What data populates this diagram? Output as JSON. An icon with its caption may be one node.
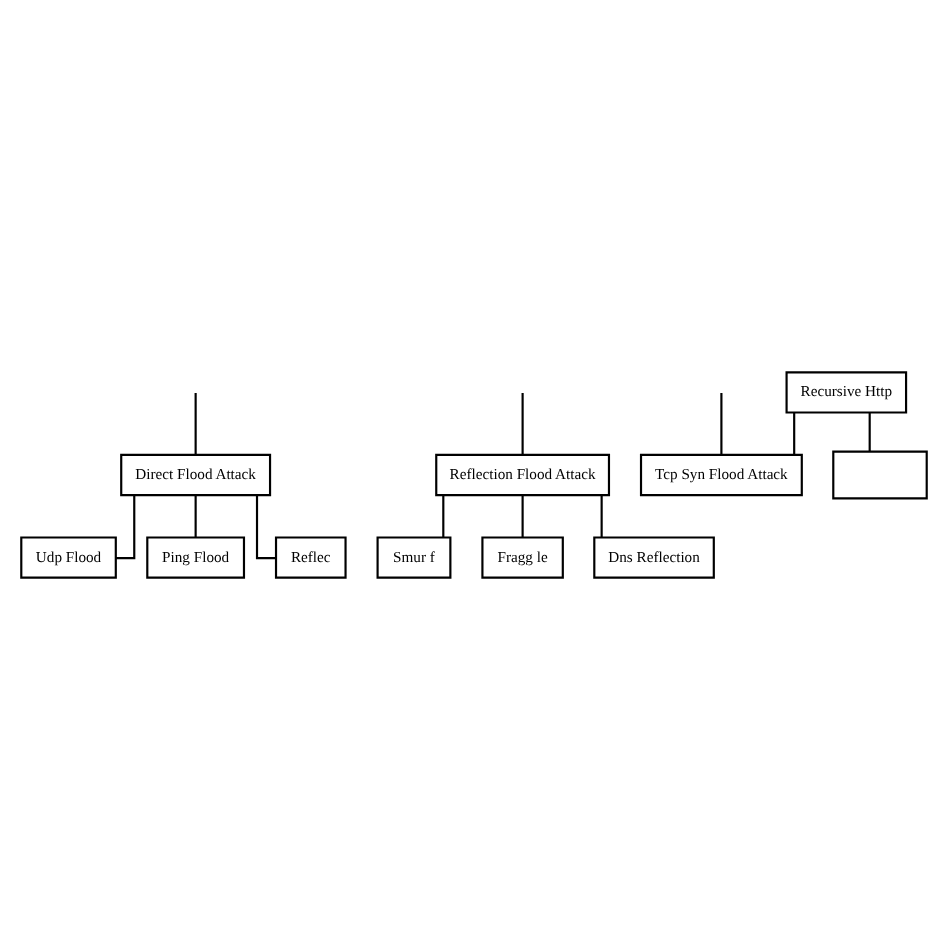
{
  "diagram": {
    "nodes": [
      {
        "text": [
          "Direct Flood Attack"
        ]
      },
      {
        "text": [
          "Reflection Flood Attack"
        ]
      },
      {
        "text": [
          "Udp Flood"
        ]
      },
      {
        "text": [
          "Smur f"
        ]
      },
      {
        "text": [
          "Fragg le"
        ]
      },
      {
        "text": [
          "Dns Reflection"
        ]
      },
      {
        "text": [
          "Ping Flood"
        ]
      },
      {
        "text": [
          "Tcp Syn Flood Attack"
        ]
      },
      {
        "text": [
          "Reflec"
        ]
      },
      {
        "text": [
          "Recursive Http"
        ]
      },
      {
        "text": [],
        "shape": "box"
      }
    ],
    "edges": [
      {
        "from": null,
        "to": 0,
        "arrow": "none"
      },
      {
        "from": null,
        "to": 1,
        "arrow": "none"
      },
      {
        "from": 1,
        "to": 3,
        "arrow": "none"
      },
      {
        "from": 1,
        "to": 4,
        "arrow": "none"
      },
      {
        "from": 1,
        "to": 5,
        "arrow": "none"
      },
      {
        "from": 0,
        "to": 2,
        "arrow": "none"
      },
      {
        "from": 0,
        "to": 6,
        "arrow": "none"
      },
      {
        "from": 0,
        "to": 8,
        "arrow": "none"
      },
      {
        "from": null,
        "to": 7,
        "arrow": "none"
      },
      {
        "from": 9,
        "to": 7,
        "arrow": "none"
      },
      {
        "from": 9,
        "to": 10,
        "arrow": "none"
      }
    ]
  }
}
